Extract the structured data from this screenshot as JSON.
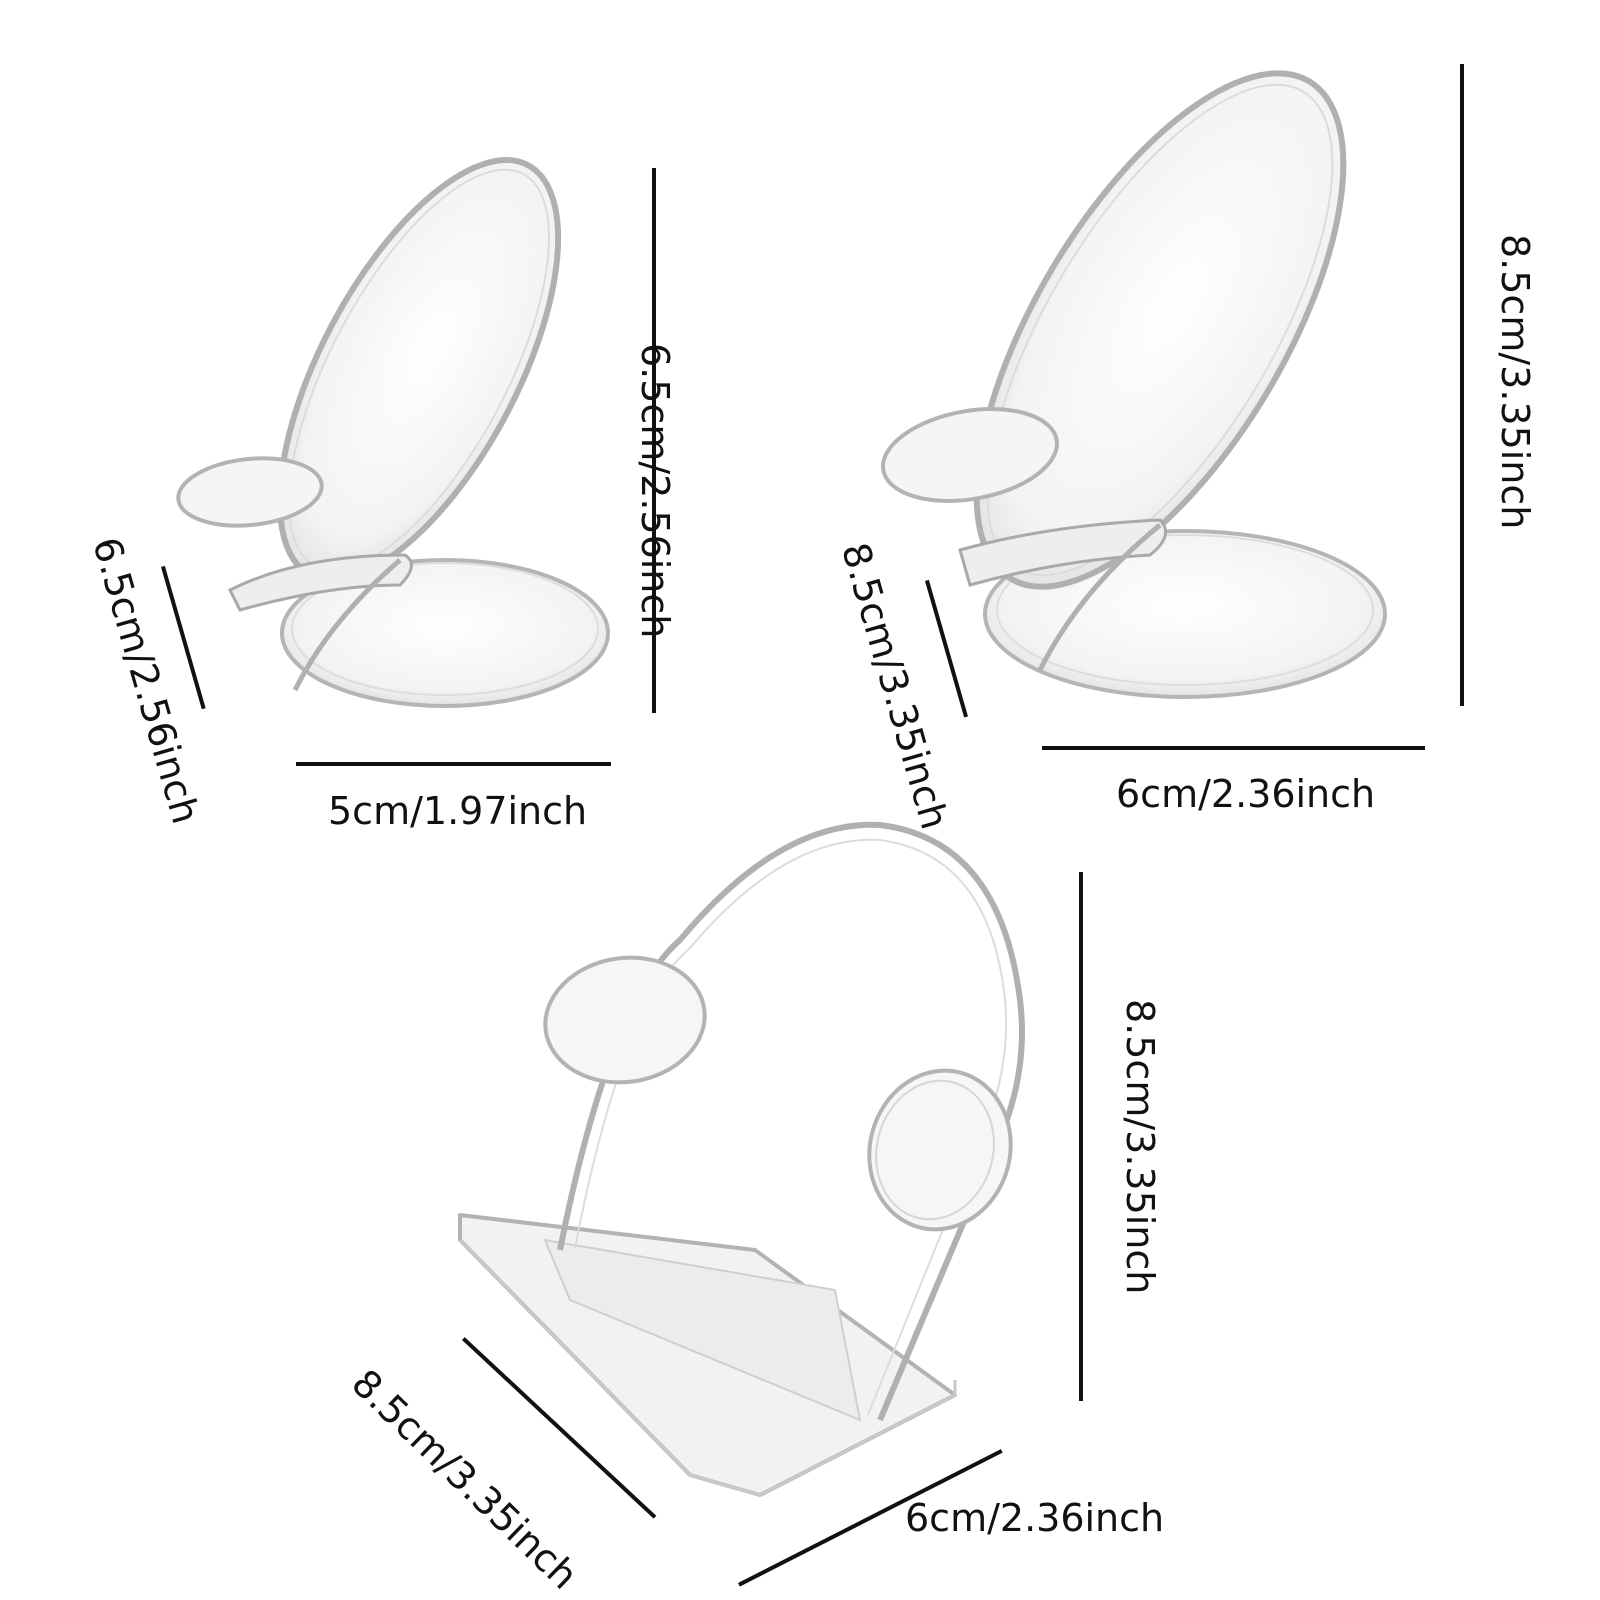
{
  "colors": {
    "background": "#ffffff",
    "acrylic_edge": "#b8b8b8",
    "acrylic_fill": "#f4f4f4",
    "dimension_line": "#111111"
  },
  "stands": [
    {
      "name": "small-oval-stand",
      "height_label": "6.5cm/2.56inch",
      "depth_label": "6.5cm/2.56inch",
      "width_label": "5cm/1.97inch"
    },
    {
      "name": "large-oval-stand",
      "height_label": "8.5cm/3.35inch",
      "depth_label": "8.5cm/3.35inch",
      "width_label": "6cm/2.36inch"
    },
    {
      "name": "rectangular-stand",
      "height_label": "8.5cm/3.35inch",
      "depth_label": "8.5cm/3.35inch",
      "width_label": "6cm/2.36inch"
    }
  ]
}
